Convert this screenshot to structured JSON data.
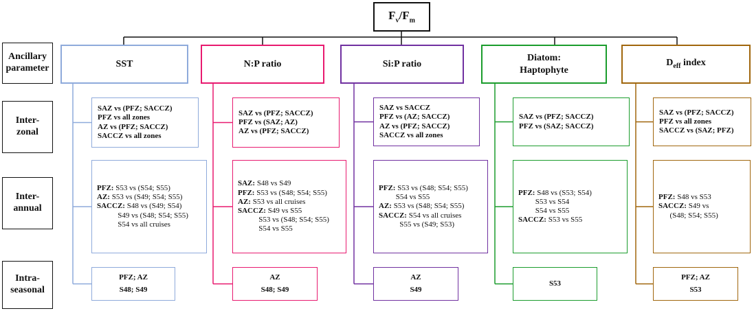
{
  "root": {
    "main": "F",
    "sub_v": "v",
    "sep": "/F",
    "sub_m": "m"
  },
  "row_labels": [
    [
      "Ancillary",
      "parameter"
    ],
    [
      "Inter-",
      "zonal"
    ],
    [
      "Inter-",
      "annual"
    ],
    [
      "Intra-",
      "seasonal"
    ]
  ],
  "columns": [
    {
      "key": "sst",
      "color": "#8eaadb",
      "header": [
        "SST"
      ],
      "interzonal": [
        [
          [
            "b",
            "SAZ vs (PFZ; SACCZ)"
          ]
        ],
        [
          [
            "b",
            "PFZ vs all zones"
          ]
        ],
        [
          [
            "b",
            "AZ vs (PFZ; SACCZ)"
          ]
        ],
        [
          [
            "b",
            "SACCZ vs all zones"
          ]
        ]
      ],
      "interannual": [
        [
          [
            "b",
            "PFZ:"
          ],
          [
            "n",
            " S53 vs (S54; S55)"
          ]
        ],
        [
          [
            "b",
            "AZ:"
          ],
          [
            "n",
            " S53 vs (S49; S54; S55)"
          ]
        ],
        [
          [
            "b",
            "SACCZ:"
          ],
          [
            "n",
            " S48 vs (S49; S54)"
          ]
        ],
        [
          [
            "n",
            "           S49 vs (S48; S54; S55)"
          ]
        ],
        [
          [
            "n",
            "           S54 vs all cruises"
          ]
        ]
      ],
      "intraseasonal": [
        "PFZ; AZ",
        "S48; S49"
      ]
    },
    {
      "key": "np",
      "color": "#e8196f",
      "header": [
        "N:P ratio"
      ],
      "interzonal": [
        [
          [
            "b",
            "SAZ vs (PFZ; SACCZ)"
          ]
        ],
        [
          [
            "b",
            "PFZ vs (SAZ; AZ)"
          ]
        ],
        [
          [
            "b",
            "AZ vs (PFZ; SACCZ)"
          ]
        ]
      ],
      "interannual": [
        [
          [
            "b",
            "SAZ:"
          ],
          [
            "n",
            " S48 vs S49"
          ]
        ],
        [
          [
            "b",
            "PFZ:"
          ],
          [
            "n",
            " S53 vs (S48; S54; S55)"
          ]
        ],
        [
          [
            "b",
            "AZ:"
          ],
          [
            "n",
            " S53 vs all cruises"
          ]
        ],
        [
          [
            "b",
            "SACCZ:"
          ],
          [
            "n",
            " S49 vs S55"
          ]
        ],
        [
          [
            "n",
            "           S53 vs (S48; S54; S55)"
          ]
        ],
        [
          [
            "n",
            "           S54 vs S55"
          ]
        ]
      ],
      "intraseasonal": [
        "AZ",
        "S48; S49"
      ]
    },
    {
      "key": "sip",
      "color": "#7030a0",
      "header": [
        "Si:P ratio"
      ],
      "interzonal": [
        [
          [
            "b",
            "SAZ vs SACCZ"
          ]
        ],
        [
          [
            "b",
            "PFZ vs (AZ; SACCZ)"
          ]
        ],
        [
          [
            "b",
            "AZ vs (PFZ; SACCZ)"
          ]
        ],
        [
          [
            "b",
            "SACCZ vs all zones"
          ]
        ]
      ],
      "interannual": [
        [
          [
            "b",
            "PFZ:"
          ],
          [
            "n",
            " S53 vs (S48; S54; S55)"
          ]
        ],
        [
          [
            "n",
            "         S54 vs S55"
          ]
        ],
        [
          [
            "b",
            "AZ:"
          ],
          [
            "n",
            " S53 vs (S48; S54; S55)"
          ]
        ],
        [
          [
            "b",
            "SACCZ:"
          ],
          [
            "n",
            " S54 vs all cruises"
          ]
        ],
        [
          [
            "n",
            "           S55 vs (S49; S53)"
          ]
        ]
      ],
      "intraseasonal": [
        "AZ",
        "S49"
      ]
    },
    {
      "key": "dh",
      "color": "#1a9c2c",
      "header": [
        "Diatom:",
        "Haptophyte"
      ],
      "interzonal": [
        [
          [
            "b",
            "SAZ vs (PFZ; SACCZ)"
          ]
        ],
        [
          [
            "b",
            "PFZ vs (SAZ; SACCZ)"
          ]
        ]
      ],
      "interannual": [
        [
          [
            "b",
            "PFZ:"
          ],
          [
            "n",
            " S48 vs (S53; S54)"
          ]
        ],
        [
          [
            "n",
            "         S53 vs S54"
          ]
        ],
        [
          [
            "n",
            "         S54 vs S55"
          ]
        ],
        [
          [
            "b",
            "SACCZ:"
          ],
          [
            "n",
            " S53 vs S55"
          ]
        ]
      ],
      "intraseasonal": [
        "S53"
      ]
    },
    {
      "key": "deff",
      "color": "#a0660c",
      "header_main": "D",
      "header_sub": "eff",
      "header_rest": " index",
      "interzonal": [
        [
          [
            "b",
            "SAZ vs (PFZ; SACCZ)"
          ]
        ],
        [
          [
            "b",
            "PFZ vs all zones"
          ]
        ],
        [
          [
            "b",
            "SACCZ vs (SAZ; PFZ)"
          ]
        ]
      ],
      "interannual": [
        [
          [
            "b",
            "PFZ:"
          ],
          [
            "n",
            " S48 vs S53"
          ]
        ],
        [
          [
            "b",
            "SACCZ:"
          ],
          [
            "n",
            " S49 vs"
          ]
        ],
        [
          [
            "n",
            "      (S48; S54; S55)"
          ]
        ]
      ],
      "intraseasonal": [
        "PFZ; AZ",
        "S53"
      ]
    }
  ]
}
